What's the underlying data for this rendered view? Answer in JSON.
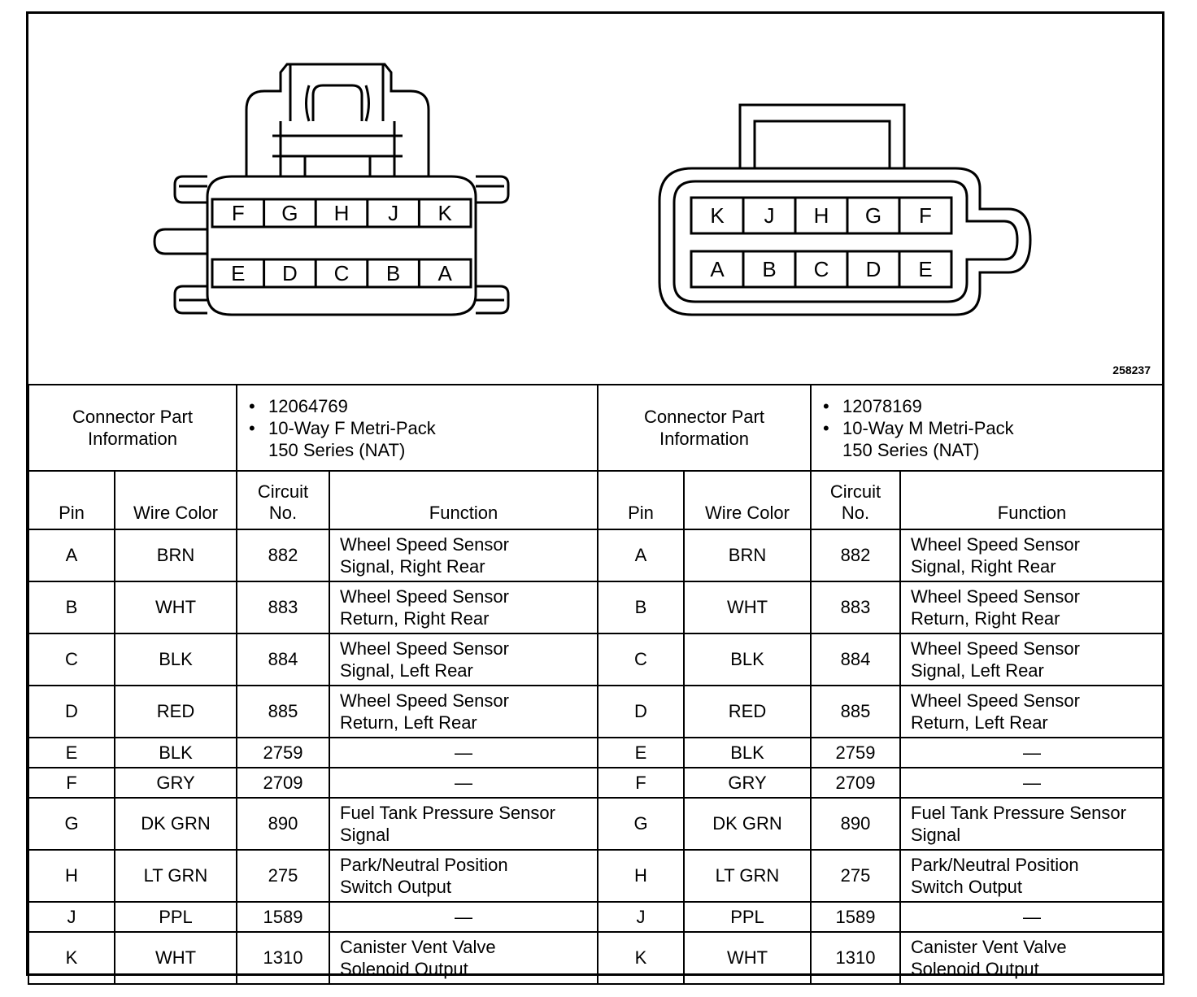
{
  "figure_number": "258237",
  "connector_f": {
    "top_row": [
      "F",
      "G",
      "H",
      "J",
      "K"
    ],
    "bottom_row": [
      "E",
      "D",
      "C",
      "B",
      "A"
    ]
  },
  "connector_m": {
    "top_row": [
      "K",
      "J",
      "H",
      "G",
      "F"
    ],
    "bottom_row": [
      "A",
      "B",
      "C",
      "D",
      "E"
    ]
  },
  "left": {
    "info_label": "Connector Part Information",
    "part_number": "12064769",
    "description_line1": "10-Way F Metri-Pack",
    "description_line2": "150 Series (NAT)"
  },
  "right": {
    "info_label": "Connector Part Information",
    "part_number": "12078169",
    "description_line1": "10-Way M Metri-Pack",
    "description_line2": "150 Series (NAT)"
  },
  "headers": {
    "pin": "Pin",
    "wire_color": "Wire Color",
    "circuit_line1": "Circuit",
    "circuit_line2": "No.",
    "function": "Function"
  },
  "rows": [
    {
      "pin": "A",
      "color": "BRN",
      "circuit": "882",
      "fn1": "Wheel Speed Sensor",
      "fn2": "Signal, Right Rear"
    },
    {
      "pin": "B",
      "color": "WHT",
      "circuit": "883",
      "fn1": "Wheel Speed Sensor",
      "fn2": "Return, Right Rear"
    },
    {
      "pin": "C",
      "color": "BLK",
      "circuit": "884",
      "fn1": "Wheel Speed Sensor",
      "fn2": "Signal, Left Rear"
    },
    {
      "pin": "D",
      "color": "RED",
      "circuit": "885",
      "fn1": "Wheel Speed Sensor",
      "fn2": "Return, Left Rear"
    },
    {
      "pin": "E",
      "color": "BLK",
      "circuit": "2759",
      "fn1": "—",
      "fn2": ""
    },
    {
      "pin": "F",
      "color": "GRY",
      "circuit": "2709",
      "fn1": "—",
      "fn2": ""
    },
    {
      "pin": "G",
      "color": "DK GRN",
      "circuit": "890",
      "fn1": "Fuel Tank Pressure Sensor",
      "fn2": "Signal"
    },
    {
      "pin": "H",
      "color": "LT GRN",
      "circuit": "275",
      "fn1": "Park/Neutral Position",
      "fn2": "Switch Output"
    },
    {
      "pin": "J",
      "color": "PPL",
      "circuit": "1589",
      "fn1": "—",
      "fn2": ""
    },
    {
      "pin": "K",
      "color": "WHT",
      "circuit": "1310",
      "fn1": "Canister Vent Valve",
      "fn2": "Solenoid Output"
    }
  ]
}
